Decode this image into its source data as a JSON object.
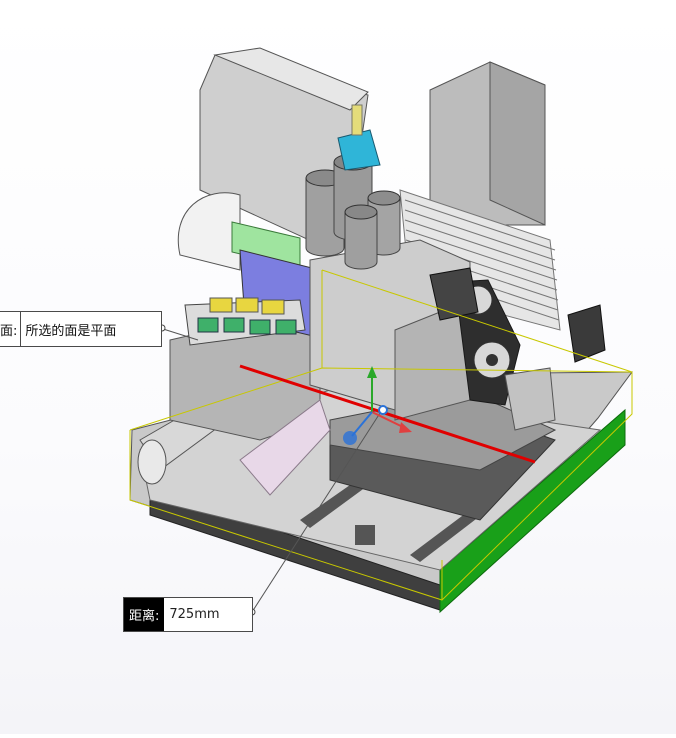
{
  "face_callout": {
    "label": "面:",
    "value": "所选的面是平面"
  },
  "distance_callout": {
    "label": "距离:",
    "value": "725mm"
  },
  "colors": {
    "machine_gray": "#b8b8b8",
    "dark_gray": "#4a4a4a",
    "selection_green": "#1aa01a",
    "bounding_box": "#c8c800",
    "measure_red": "#e00000",
    "cylinder_gray": "#9a9a9a",
    "blue_panel": "#7c7ee0",
    "light_green_tube": "#9fe49f",
    "triad_x": "#e04040",
    "triad_y": "#2aa82a",
    "triad_z": "#2a72d8"
  },
  "icons": [
    "coordinate-triad-icon",
    "leader-dot-icon"
  ]
}
